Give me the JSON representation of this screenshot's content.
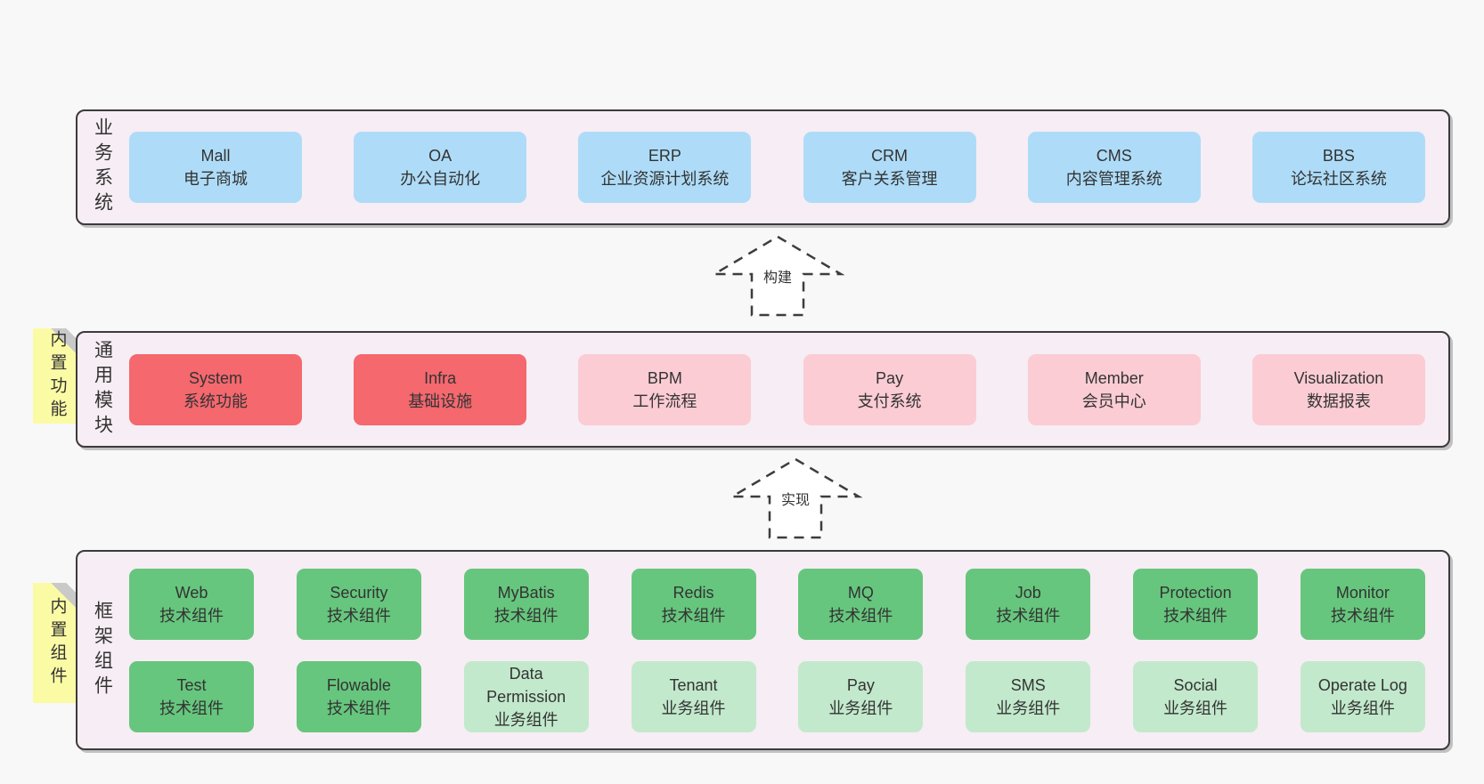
{
  "colors": {
    "page_bg": "#f8f8f8",
    "layer_bg": "#f7edf4",
    "layer_border": "#3b3b3b",
    "box_blue": "#aedcf8",
    "box_red": "#f4686e",
    "box_pink": "#fbccd4",
    "box_green": "#66c67d",
    "box_light_green": "#c2e9cc",
    "note_yellow": "#fbfba5",
    "note_fold_gray": "#c9c9c9",
    "text": "#333333"
  },
  "layers": [
    {
      "label": "业务系统",
      "boxes": [
        {
          "en": "Mall",
          "zh": "电子商城"
        },
        {
          "en": "OA",
          "zh": "办公自动化"
        },
        {
          "en": "ERP",
          "zh": "企业资源计划系统"
        },
        {
          "en": "CRM",
          "zh": "客户关系管理"
        },
        {
          "en": "CMS",
          "zh": "内容管理系统"
        },
        {
          "en": "BBS",
          "zh": "论坛社区系统"
        }
      ]
    },
    {
      "label": "通用模块",
      "note": "内置功能",
      "boxes": [
        {
          "en": "System",
          "zh": "系统功能"
        },
        {
          "en": "Infra",
          "zh": "基础设施"
        },
        {
          "en": "BPM",
          "zh": "工作流程"
        },
        {
          "en": "Pay",
          "zh": "支付系统"
        },
        {
          "en": "Member",
          "zh": "会员中心"
        },
        {
          "en": "Visualization",
          "zh": "数据报表"
        }
      ]
    },
    {
      "label": "框架组件",
      "note": "内置组件",
      "rows": [
        [
          {
            "en": "Web",
            "zh": "技术组件"
          },
          {
            "en": "Security",
            "zh": "技术组件"
          },
          {
            "en": "MyBatis",
            "zh": "技术组件"
          },
          {
            "en": "Redis",
            "zh": "技术组件"
          },
          {
            "en": "MQ",
            "zh": "技术组件"
          },
          {
            "en": "Job",
            "zh": "技术组件"
          },
          {
            "en": "Protection",
            "zh": "技术组件"
          },
          {
            "en": "Monitor",
            "zh": "技术组件"
          }
        ],
        [
          {
            "en": "Test",
            "zh": "技术组件"
          },
          {
            "en": "Flowable",
            "zh": "技术组件"
          },
          {
            "en": "Data Permission",
            "zh": "业务组件"
          },
          {
            "en": "Tenant",
            "zh": "业务组件"
          },
          {
            "en": "Pay",
            "zh": "业务组件"
          },
          {
            "en": "SMS",
            "zh": "业务组件"
          },
          {
            "en": "Social",
            "zh": "业务组件"
          },
          {
            "en": "Operate Log",
            "zh": "业务组件"
          }
        ]
      ]
    }
  ],
  "arrows": [
    {
      "label": "构建"
    },
    {
      "label": "实现"
    }
  ]
}
